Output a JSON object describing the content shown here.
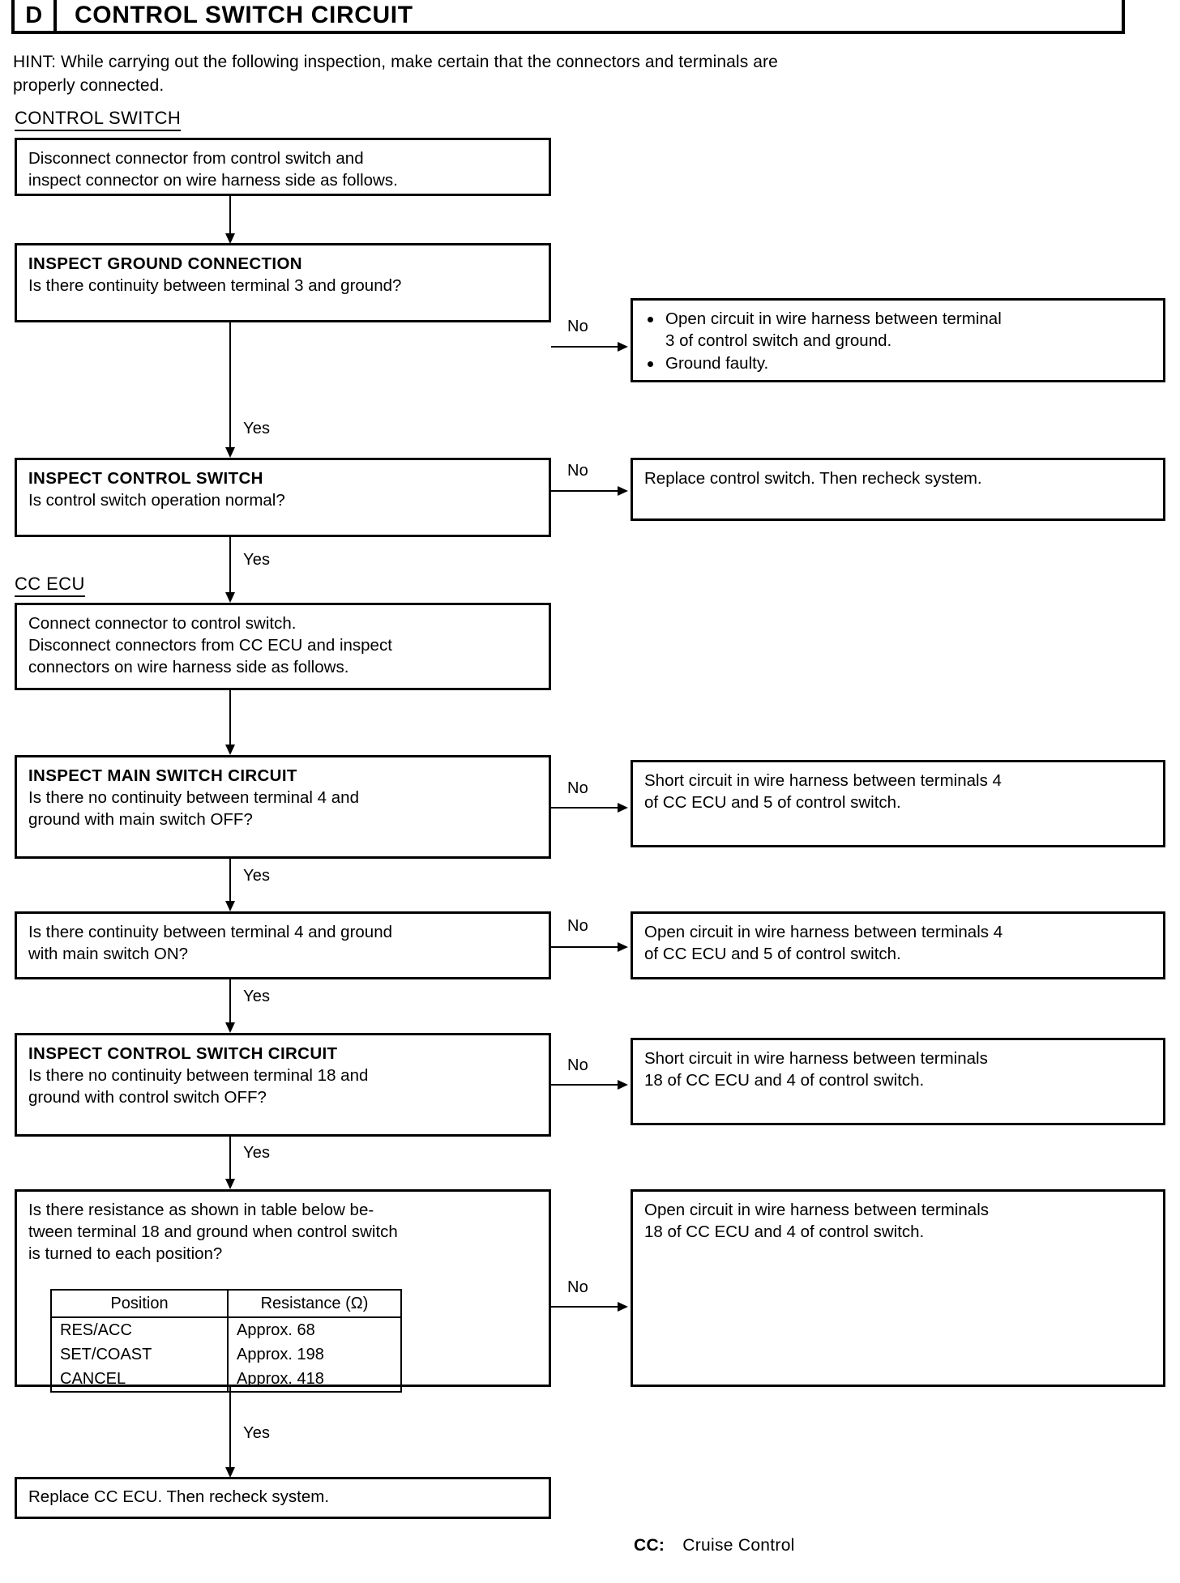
{
  "header": {
    "letter": "D",
    "title": "CONTROL SWITCH CIRCUIT"
  },
  "hint": {
    "label": "HINT:",
    "line1": "While carrying out the following inspection, make certain that the connectors and terminals are",
    "line2": "properly connected."
  },
  "sections": {
    "control_switch": "CONTROL SWITCH",
    "cc_ecu": "CC ECU"
  },
  "edge_labels": {
    "yes": "Yes",
    "no": "No"
  },
  "flow": {
    "start_box": {
      "line1": "Disconnect connector from control switch and",
      "line2": "inspect connector on wire harness side as follows."
    },
    "ground_connection": {
      "title": "INSPECT GROUND CONNECTION",
      "question": "Is there continuity between terminal 3 and ground?"
    },
    "ground_connection_no": {
      "bullet1_line1": "Open circuit in wire harness between terminal",
      "bullet1_line2": "3 of control switch and ground.",
      "bullet2": "Ground faulty."
    },
    "control_switch": {
      "title": "INSPECT CONTROL SWITCH",
      "question": "Is control switch operation normal?"
    },
    "control_switch_no": {
      "text": "Replace control switch. Then recheck system."
    },
    "cc_ecu_box": {
      "line1": "Connect connector to control switch.",
      "line2": "Disconnect connectors from CC ECU and inspect",
      "line3": "connectors on wire harness side as follows."
    },
    "main_switch_circuit": {
      "title": "INSPECT MAIN SWITCH CIRCUIT",
      "question_line1": "Is there no continuity between terminal 4 and",
      "question_line2": "ground with main switch OFF?"
    },
    "main_switch_circuit_no": {
      "line1": "Short circuit in wire harness between terminals 4",
      "line2": "of CC ECU and 5 of control switch."
    },
    "main_switch_on": {
      "question_line1": "Is there continuity between terminal 4 and ground",
      "question_line2": "with main switch ON?"
    },
    "main_switch_on_no": {
      "line1": "Open circuit in wire harness between terminals 4",
      "line2": "of CC ECU and 5 of control switch."
    },
    "control_switch_circuit": {
      "title": "INSPECT CONTROL SWITCH CIRCUIT",
      "question_line1": "Is there no continuity between terminal 18 and",
      "question_line2": "ground with control switch OFF?"
    },
    "control_switch_circuit_no": {
      "line1": "Short circuit in wire harness between terminals",
      "line2": "18 of CC ECU and 4 of control switch."
    },
    "resistance_check": {
      "question_line1": "Is there resistance as shown in table below be-",
      "question_line2": "tween terminal 18 and ground when control switch",
      "question_line3": "is turned to each position?"
    },
    "resistance_check_no": {
      "line1": "Open circuit in wire harness between terminals",
      "line2": "18 of CC ECU and 4 of control switch."
    },
    "final_box": {
      "text": "Replace CC ECU. Then recheck system."
    }
  },
  "resistance_table": {
    "headers": [
      "Position",
      "Resistance (Ω)"
    ],
    "rows": [
      {
        "position": "RES/ACC",
        "resistance": "Approx. 68"
      },
      {
        "position": "SET/COAST",
        "resistance": "Approx. 198"
      },
      {
        "position": "CANCEL",
        "resistance": "Approx. 418"
      }
    ]
  },
  "footer": {
    "abbr": "CC:",
    "meaning": "Cruise Control"
  }
}
